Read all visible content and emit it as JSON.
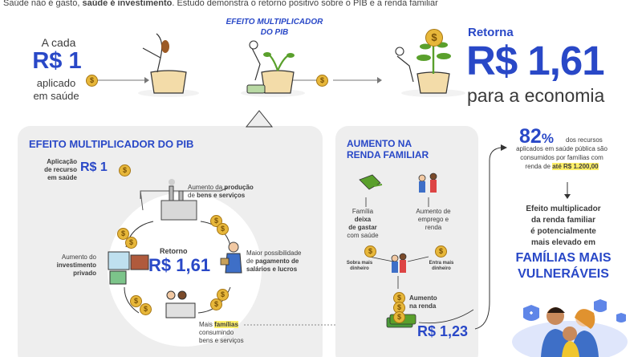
{
  "header": {
    "pre": "Saúde não é gasto, ",
    "bold": "saúde é investimento",
    "post": ". Estudo demonstra o retorno positivo sobre o PIB e a renda familiar"
  },
  "top": {
    "a_cada": "A cada",
    "amount": "R$ 1",
    "applied_l1": "aplicado",
    "applied_l2": "em saúde",
    "multiplier_l1": "EFEITO MULTIPLICADOR",
    "multiplier_l2": "DO PIB",
    "retorna": "Retorna",
    "return_value": "R$ 1,61",
    "para": "para a economia"
  },
  "pib_panel": {
    "title": "EFEITO MULTIPLICADOR DO PIB",
    "aplic_l1": "Aplicação",
    "aplic_l2": "de recurso",
    "aplic_l3": "em saúde",
    "aplic_value": "R$ 1",
    "producao_pre": "Aumento da ",
    "producao_bold": "produção",
    "producao_l2_pre": "de ",
    "producao_l2_bold": "bens e serviços",
    "pagamento_l1": "Maior possibilidade",
    "pagamento_l2_pre": "de ",
    "pagamento_l2_bold": "pagamento de",
    "pagamento_l3": "salários e lucros",
    "familias_pre": "Mais ",
    "familias_bold": "famílias",
    "familias_l2": "consumindo",
    "familias_l3": "bens e serviços",
    "invest_l1": "Aumento do",
    "invest_l2": "investimento",
    "invest_l3": "privado",
    "retorno_label": "Retorno",
    "retorno_value": "R$ 1,61"
  },
  "renda_panel": {
    "title_l1": "AUMENTO NA",
    "title_l2": "RENDA FAMILIAR",
    "familia_l1": "Família ",
    "familia_l1_bold": "deixa",
    "familia_l2_bold": "de gastar",
    "familia_l3": "com saúde",
    "emprego_l1": "Aumento de",
    "emprego_l2": "emprego e",
    "emprego_l3": "renda",
    "sobra_l1": "Sobra mais",
    "sobra_l2": "dinheiro",
    "entra_l1": "Entra mais",
    "entra_l2": "dinheiro",
    "aumento_l1": "Aumento",
    "aumento_l2": "na renda",
    "value": "R$ 1,23"
  },
  "right": {
    "percent": "82",
    "percent_sign": "%",
    "desc_l1": "dos recursos",
    "desc_l2": "aplicados em saúde pública são",
    "desc_l3": "consumidos por famílias com",
    "desc_l4_pre": "renda de ",
    "desc_l4_bold": "até R$ 1.200,00",
    "effect_l1": "Efeito multiplicador",
    "effect_l2": "da renda familiar",
    "effect_l3": "é potencialmente",
    "effect_l4": "mais elevado em",
    "vuln_l1": "FAMÍLIAS MAIS",
    "vuln_l2": "VULNERÁVEIS"
  },
  "coin_symbol": "$",
  "colors": {
    "brand_blue": "#2948c7",
    "panel_bg": "#eeeeee",
    "coin": "#e7b73a",
    "highlight": "#fff06a",
    "plant": "#5aa02c"
  }
}
